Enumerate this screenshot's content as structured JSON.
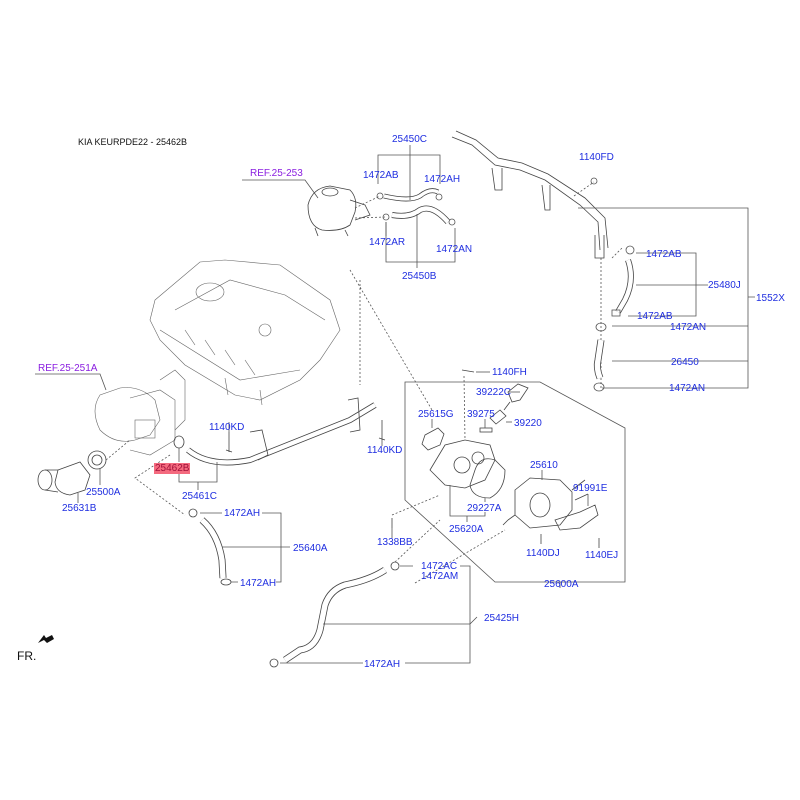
{
  "header": {
    "title": "KIA KEURPDE22 - 25462B"
  },
  "colors": {
    "label": "#1f2ee0",
    "reference": "#8a1ee0",
    "highlight_bg": "#f46a7e",
    "line": "#555555"
  },
  "orientation": {
    "label": "FR.",
    "icon": "arrow-front-icon"
  },
  "references": [
    {
      "id": "ref-25-253",
      "text": "REF.25-253"
    },
    {
      "id": "ref-25-251a",
      "text": "REF.25-251A"
    }
  ],
  "highlighted_part": "25462B",
  "parts": {
    "p25450C": "25450C",
    "p1472AB_top": "1472AB",
    "p1472AH_top": "1472AH",
    "p1472AR": "1472AR",
    "p1472AN_top": "1472AN",
    "p25450B": "25450B",
    "p1140FD": "1140FD",
    "p1472AB_r1": "1472AB",
    "p25480J": "25480J",
    "p1472AB_r2": "1472AB",
    "p1552X": "1552X",
    "p1472AN_r1": "1472AN",
    "p26450": "26450",
    "p1472AN_r2": "1472AN",
    "p1140FH": "1140FH",
    "p39222C": "39222C",
    "p25615G": "25615G",
    "p39275": "39275",
    "p39220": "39220",
    "p1140KD_left": "1140KD",
    "p1140KD_right": "1140KD",
    "p25462B": "25462B",
    "p25461C": "25461C",
    "p25500A": "25500A",
    "p25631B": "25631B",
    "p25610": "25610",
    "p91991E": "91991E",
    "p29227A": "29227A",
    "p25620A": "25620A",
    "p1140DJ": "1140DJ",
    "p1140EJ": "1140EJ",
    "p1338BB": "1338BB",
    "p25600A": "25600A",
    "p1472AH_m1": "1472AH",
    "p25640A": "25640A",
    "p1472AH_m2": "1472AH",
    "p1472AC": "1472AC",
    "p1472AM": "1472AM",
    "p25425H": "25425H",
    "p1472AH_bottom": "1472AH"
  }
}
